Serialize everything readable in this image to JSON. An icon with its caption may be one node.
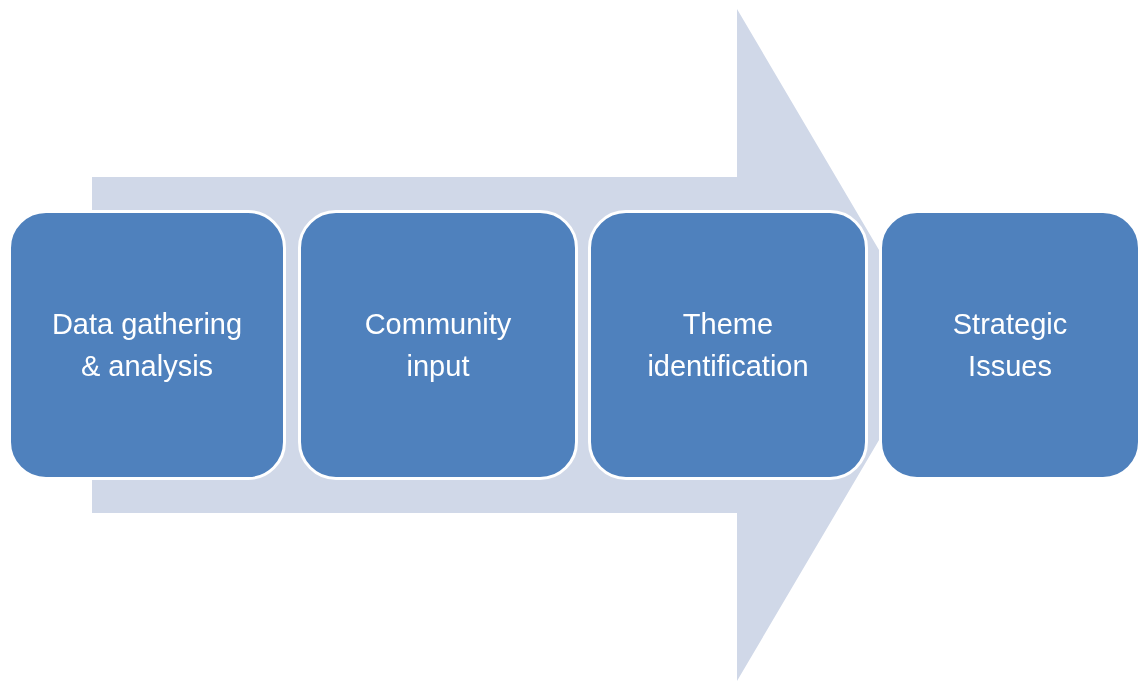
{
  "diagram": {
    "nodes": [
      {
        "text": [
          "Data gathering & analysis"
        ]
      },
      {
        "text": [
          "Community input"
        ]
      },
      {
        "text": [
          "Theme identification"
        ]
      },
      {
        "text": [
          "Strategic Issues"
        ]
      }
    ],
    "edges": [
      {
        "from": 0,
        "to": 3,
        "arrow": "to"
      }
    ]
  }
}
